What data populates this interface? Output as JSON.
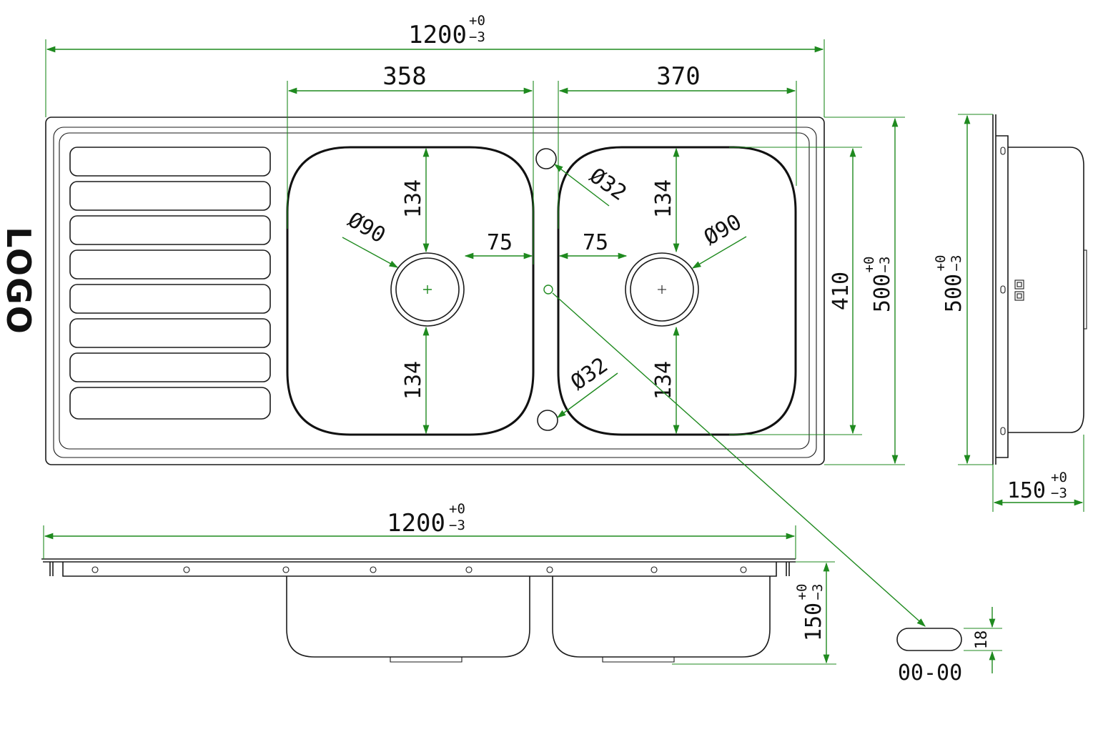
{
  "brand": {
    "logo": "LOGO"
  },
  "dimensions": {
    "overall_length": "1200",
    "overall_length_tol_plus": "+0",
    "overall_length_tol_minus": "−3",
    "left_bowl_width": "358",
    "right_bowl_width": "370",
    "bowl_depth_front": "410",
    "overall_width": "500",
    "overall_width_tol_plus": "+0",
    "overall_width_tol_minus": "−3",
    "drain_to_edge_top": "134",
    "drain_to_edge_bottom": "134",
    "drain_to_divider": "75",
    "drain_diameter": "Ø90",
    "tap_hole_diameter": "Ø32",
    "side_width": "500",
    "side_width_tol_plus": "+0",
    "side_width_tol_minus": "−3",
    "bowl_height": "150",
    "bowl_height_tol_plus": "+0",
    "bowl_height_tol_minus": "−3",
    "front_length": "1200",
    "front_length_tol_plus": "+0",
    "front_length_tol_minus": "−3",
    "front_bowl_height": "150",
    "front_bowl_height_tol_plus": "+0",
    "front_bowl_height_tol_minus": "−3",
    "overflow_height": "18",
    "detail_code": "00-00"
  },
  "colors": {
    "dimension_lines": "#1f8a1f",
    "outline": "#1a1a1a"
  }
}
